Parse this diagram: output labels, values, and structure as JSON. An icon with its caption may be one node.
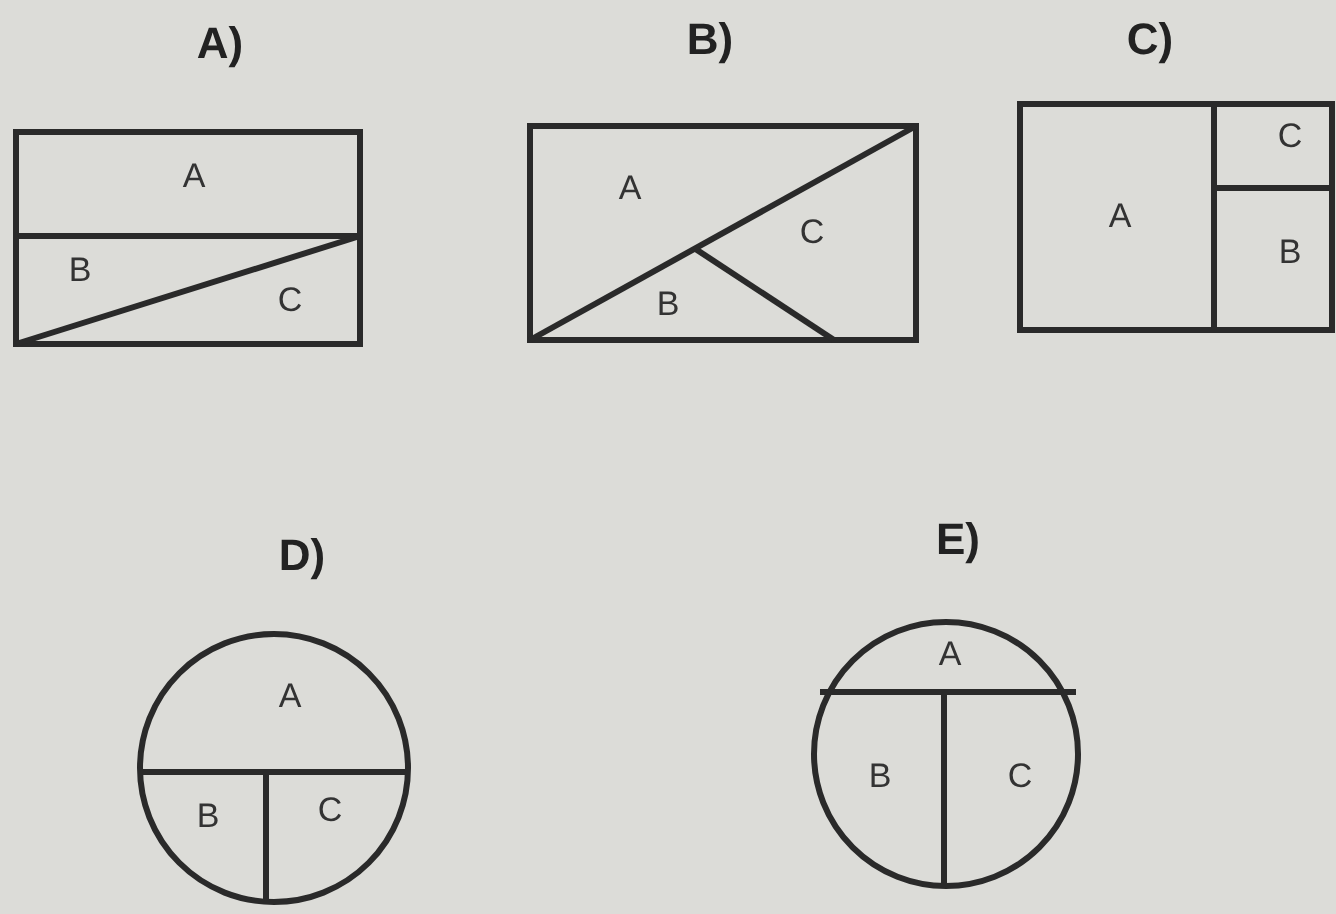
{
  "diagram": {
    "nodes": [
      {
        "text": [
          "A)",
          "A",
          "B",
          "C"
        ]
      },
      {
        "text": [
          "B)",
          "A",
          "C",
          "B"
        ]
      },
      {
        "text": [
          "C)",
          "A",
          "C",
          "B"
        ]
      },
      {
        "text": [
          "D)",
          "A",
          "B",
          "C"
        ]
      },
      {
        "text": [
          "E)",
          "A",
          "B",
          "C"
        ]
      }
    ]
  }
}
